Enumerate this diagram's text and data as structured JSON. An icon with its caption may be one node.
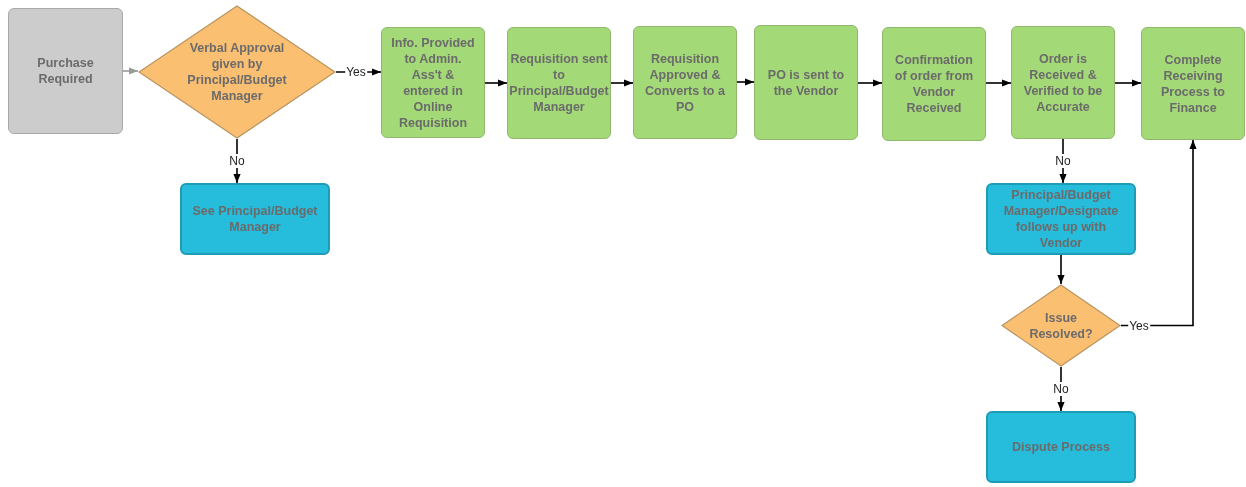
{
  "diagram": {
    "nodes": [
      {
        "text": [
          "Purchase Required"
        ]
      },
      {
        "text": [
          "Verbal Approval given by Principal/Budget Manager"
        ]
      },
      {
        "text": [
          "See Principal/Budget Manager"
        ]
      },
      {
        "text": [
          "Info. Provided to Admin. Ass't & entered in Online Requisition"
        ]
      },
      {
        "text": [
          "Requisition sent to Principal/Budget Manager"
        ]
      },
      {
        "text": [
          "Requisition Approved & Converts to a PO"
        ]
      },
      {
        "text": [
          "PO is sent to the Vendor"
        ]
      },
      {
        "text": [
          "Confirmation of order from Vendor Received"
        ]
      },
      {
        "text": [
          "Order is Received & Verified to be Accurate"
        ]
      },
      {
        "text": [
          "Complete Receiving Process to Finance"
        ]
      },
      {
        "text": [
          "Principal/Budget Manager/Designate follows up with Vendor"
        ]
      },
      {
        "text": [
          "Issue Resolved?"
        ]
      },
      {
        "text": [
          "Dispute Process"
        ]
      }
    ],
    "edges": [
      {
        "from": 0,
        "to": 1,
        "arrow": "to",
        "color": "#9a9a9a"
      },
      {
        "from": 1,
        "to": 3,
        "arrow": "to",
        "label": "Yes"
      },
      {
        "from": 1,
        "to": 2,
        "arrow": "to",
        "label": "No"
      },
      {
        "from": 3,
        "to": 4,
        "arrow": "to"
      },
      {
        "from": 4,
        "to": 5,
        "arrow": "to"
      },
      {
        "from": 5,
        "to": 6,
        "arrow": "to"
      },
      {
        "from": 6,
        "to": 7,
        "arrow": "to"
      },
      {
        "from": 7,
        "to": 8,
        "arrow": "to"
      },
      {
        "from": 8,
        "to": 9,
        "arrow": "to"
      },
      {
        "from": 8,
        "to": 10,
        "arrow": "to",
        "label": "No"
      },
      {
        "from": 10,
        "to": 11,
        "arrow": "to"
      },
      {
        "from": 11,
        "to": 12,
        "arrow": "to",
        "label": "No"
      },
      {
        "from": 11,
        "to": 9,
        "arrow": "to",
        "label": "Yes"
      }
    ]
  }
}
